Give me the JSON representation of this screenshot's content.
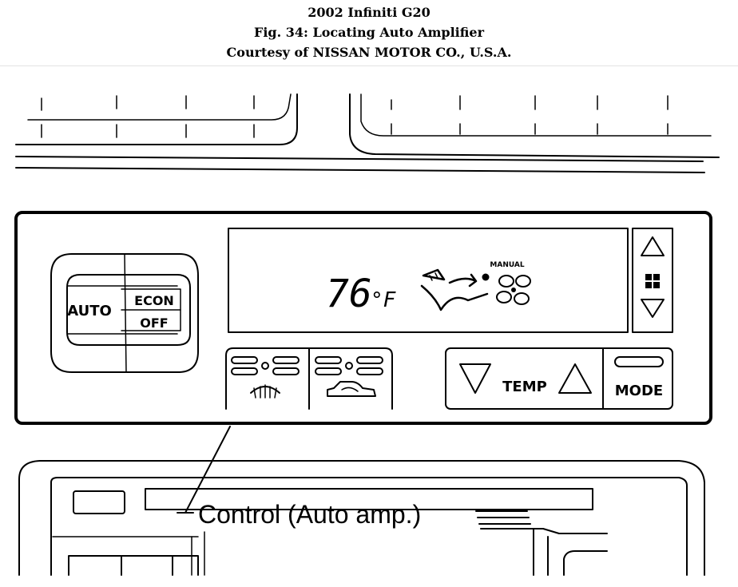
{
  "header": {
    "line1": "2002 Infiniti G20",
    "line2": "Fig. 34: Locating Auto Amplifier",
    "line3": "Courtesy of NISSAN MOTOR CO., U.S.A."
  },
  "panel": {
    "auto_label": "AUTO",
    "econ_label": "ECON",
    "off_label": "OFF",
    "display": {
      "temperature": "76",
      "unit": "°F",
      "manual_label": "MANUAL"
    },
    "temp_label": "TEMP",
    "mode_label": "MODE"
  },
  "callout": {
    "label": "Control (Auto amp.)"
  }
}
